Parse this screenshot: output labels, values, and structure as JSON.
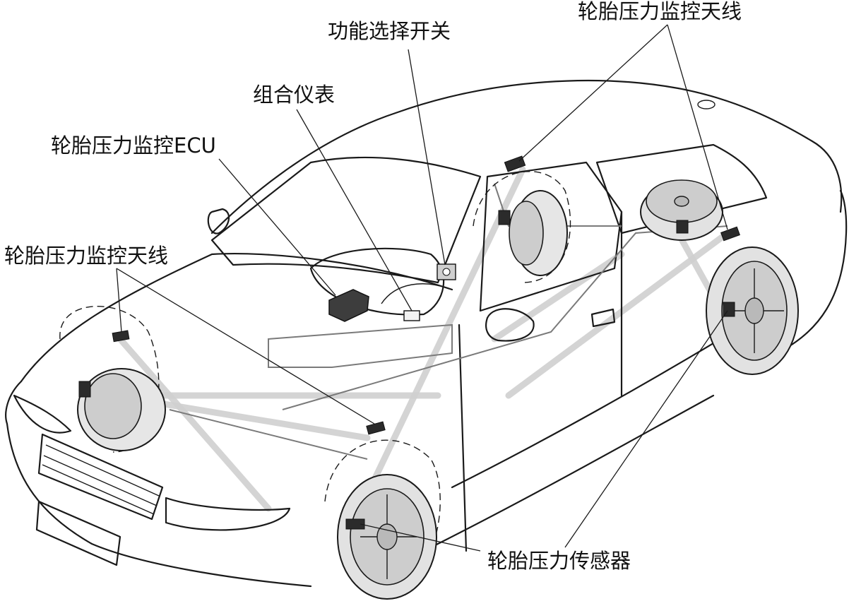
{
  "labels": {
    "function_switch": "功能选择开关",
    "antenna_top_right": "轮胎压力监控天线",
    "instrument_cluster": "组合仪表",
    "tpms_ecu": "轮胎压力监控ECU",
    "antenna_left": "轮胎压力监控天线",
    "pressure_sensor": "轮胎压力传感器"
  },
  "colors": {
    "line": "#1a1a1a",
    "signal": "#cfcfcf",
    "wire": "#7a7a7a",
    "tire": "#e2e2e2"
  }
}
